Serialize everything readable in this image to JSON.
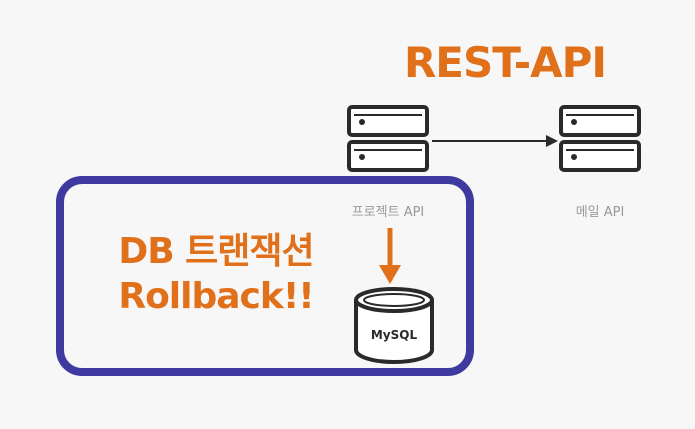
{
  "title": "REST-API",
  "servers": {
    "project_label": "프로젝트 API",
    "mail_label": "메일 API"
  },
  "callout": {
    "line1": "DB 트랜잭션",
    "line2": "Rollback!!"
  },
  "database": {
    "label": "MySQL"
  },
  "colors": {
    "accent": "#e0701a",
    "frame": "#3e3aa0",
    "icon_stroke": "#2a2a2a",
    "label": "#9a9a9a"
  }
}
